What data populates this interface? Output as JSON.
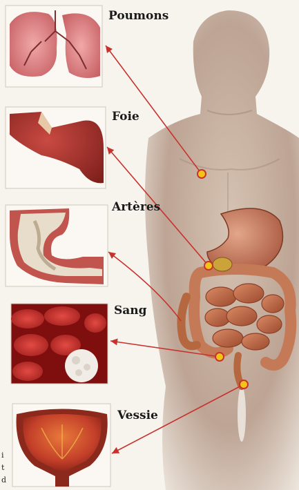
{
  "organs": [
    {
      "label": "Poumons"
    },
    {
      "label": "Foie"
    },
    {
      "label": "Artères"
    },
    {
      "label": "Sang"
    },
    {
      "label": "Vessie"
    }
  ],
  "margin_text": [
    "i",
    "t",
    "d"
  ],
  "colors": {
    "arrow": "#c8322e",
    "marker_fill": "#f2c418",
    "marker_ring": "#c8322e",
    "background": "#f7f4ee",
    "skin": "#c8b4a4"
  }
}
